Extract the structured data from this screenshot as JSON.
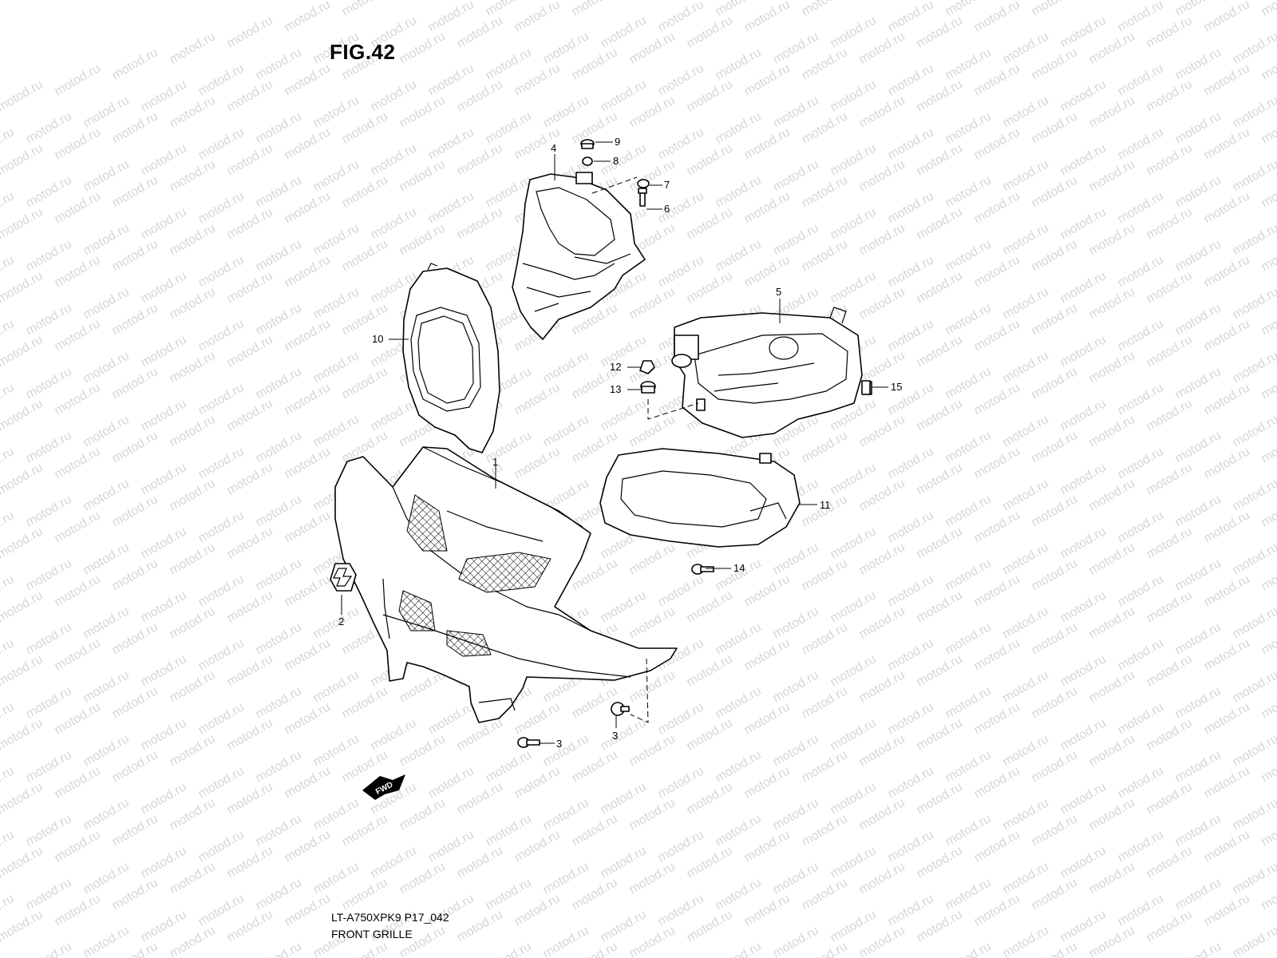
{
  "figure": {
    "title": "FIG.42"
  },
  "footer": {
    "model_code": "LT-A750XPK9 P17_042",
    "section_title": "FRONT GRILLE"
  },
  "watermark": {
    "text": "motod.ru",
    "color": "#d6d6d6"
  },
  "fwd_marker": {
    "text": "FWD"
  },
  "callouts": [
    {
      "id": "1",
      "label": "1"
    },
    {
      "id": "2",
      "label": "2"
    },
    {
      "id": "3a",
      "label": "3"
    },
    {
      "id": "3b",
      "label": "3"
    },
    {
      "id": "4",
      "label": "4"
    },
    {
      "id": "5",
      "label": "5"
    },
    {
      "id": "6",
      "label": "6"
    },
    {
      "id": "7",
      "label": "7"
    },
    {
      "id": "8",
      "label": "8"
    },
    {
      "id": "9",
      "label": "9"
    },
    {
      "id": "10",
      "label": "10"
    },
    {
      "id": "11",
      "label": "11"
    },
    {
      "id": "12",
      "label": "12"
    },
    {
      "id": "13",
      "label": "13"
    },
    {
      "id": "14",
      "label": "14"
    },
    {
      "id": "15",
      "label": "15"
    }
  ]
}
